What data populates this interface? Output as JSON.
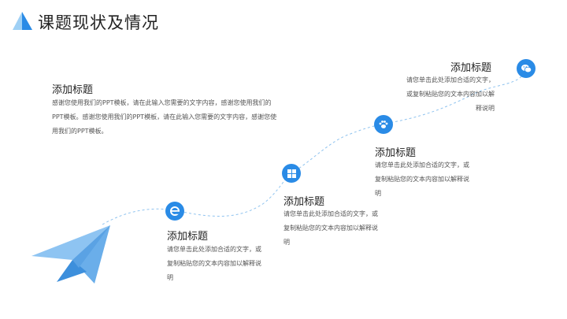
{
  "header": {
    "title": "课题现状及情况"
  },
  "intro": {
    "heading": "添加标题",
    "body": "感谢您使用我们的PPT模板，请在此输入您需要的文字内容，感谢您使用我们的PPT模板。感谢您使用我们的PPT模板，请在此输入您需要的文字内容，感谢您使用我们的PPT模板。"
  },
  "steps": [
    {
      "heading": "添加标题",
      "body": "请您单击此处添加合适的文字，或复制粘贴您的文本内容加以解释说明",
      "icon": "internet-explorer-icon"
    },
    {
      "heading": "添加标题",
      "body": "请您单击此处添加合适的文字，或复制粘贴您的文本内容加以解释说明",
      "icon": "windows-icon"
    },
    {
      "heading": "添加标题",
      "body": "请您单击此处添加合适的文字，或复制粘贴您的文本内容加以解释说明",
      "icon": "paw-icon"
    },
    {
      "heading": "添加标题",
      "body": "请您单击此处添加合适的文字，或复制粘贴您的文本内容加以解释说明",
      "icon": "wechat-icon"
    }
  ],
  "colors": {
    "accent": "#2a8be6",
    "path": "#8fc3ef",
    "plane_light": "#8ec4f2",
    "plane_dark": "#3d8fdc"
  }
}
